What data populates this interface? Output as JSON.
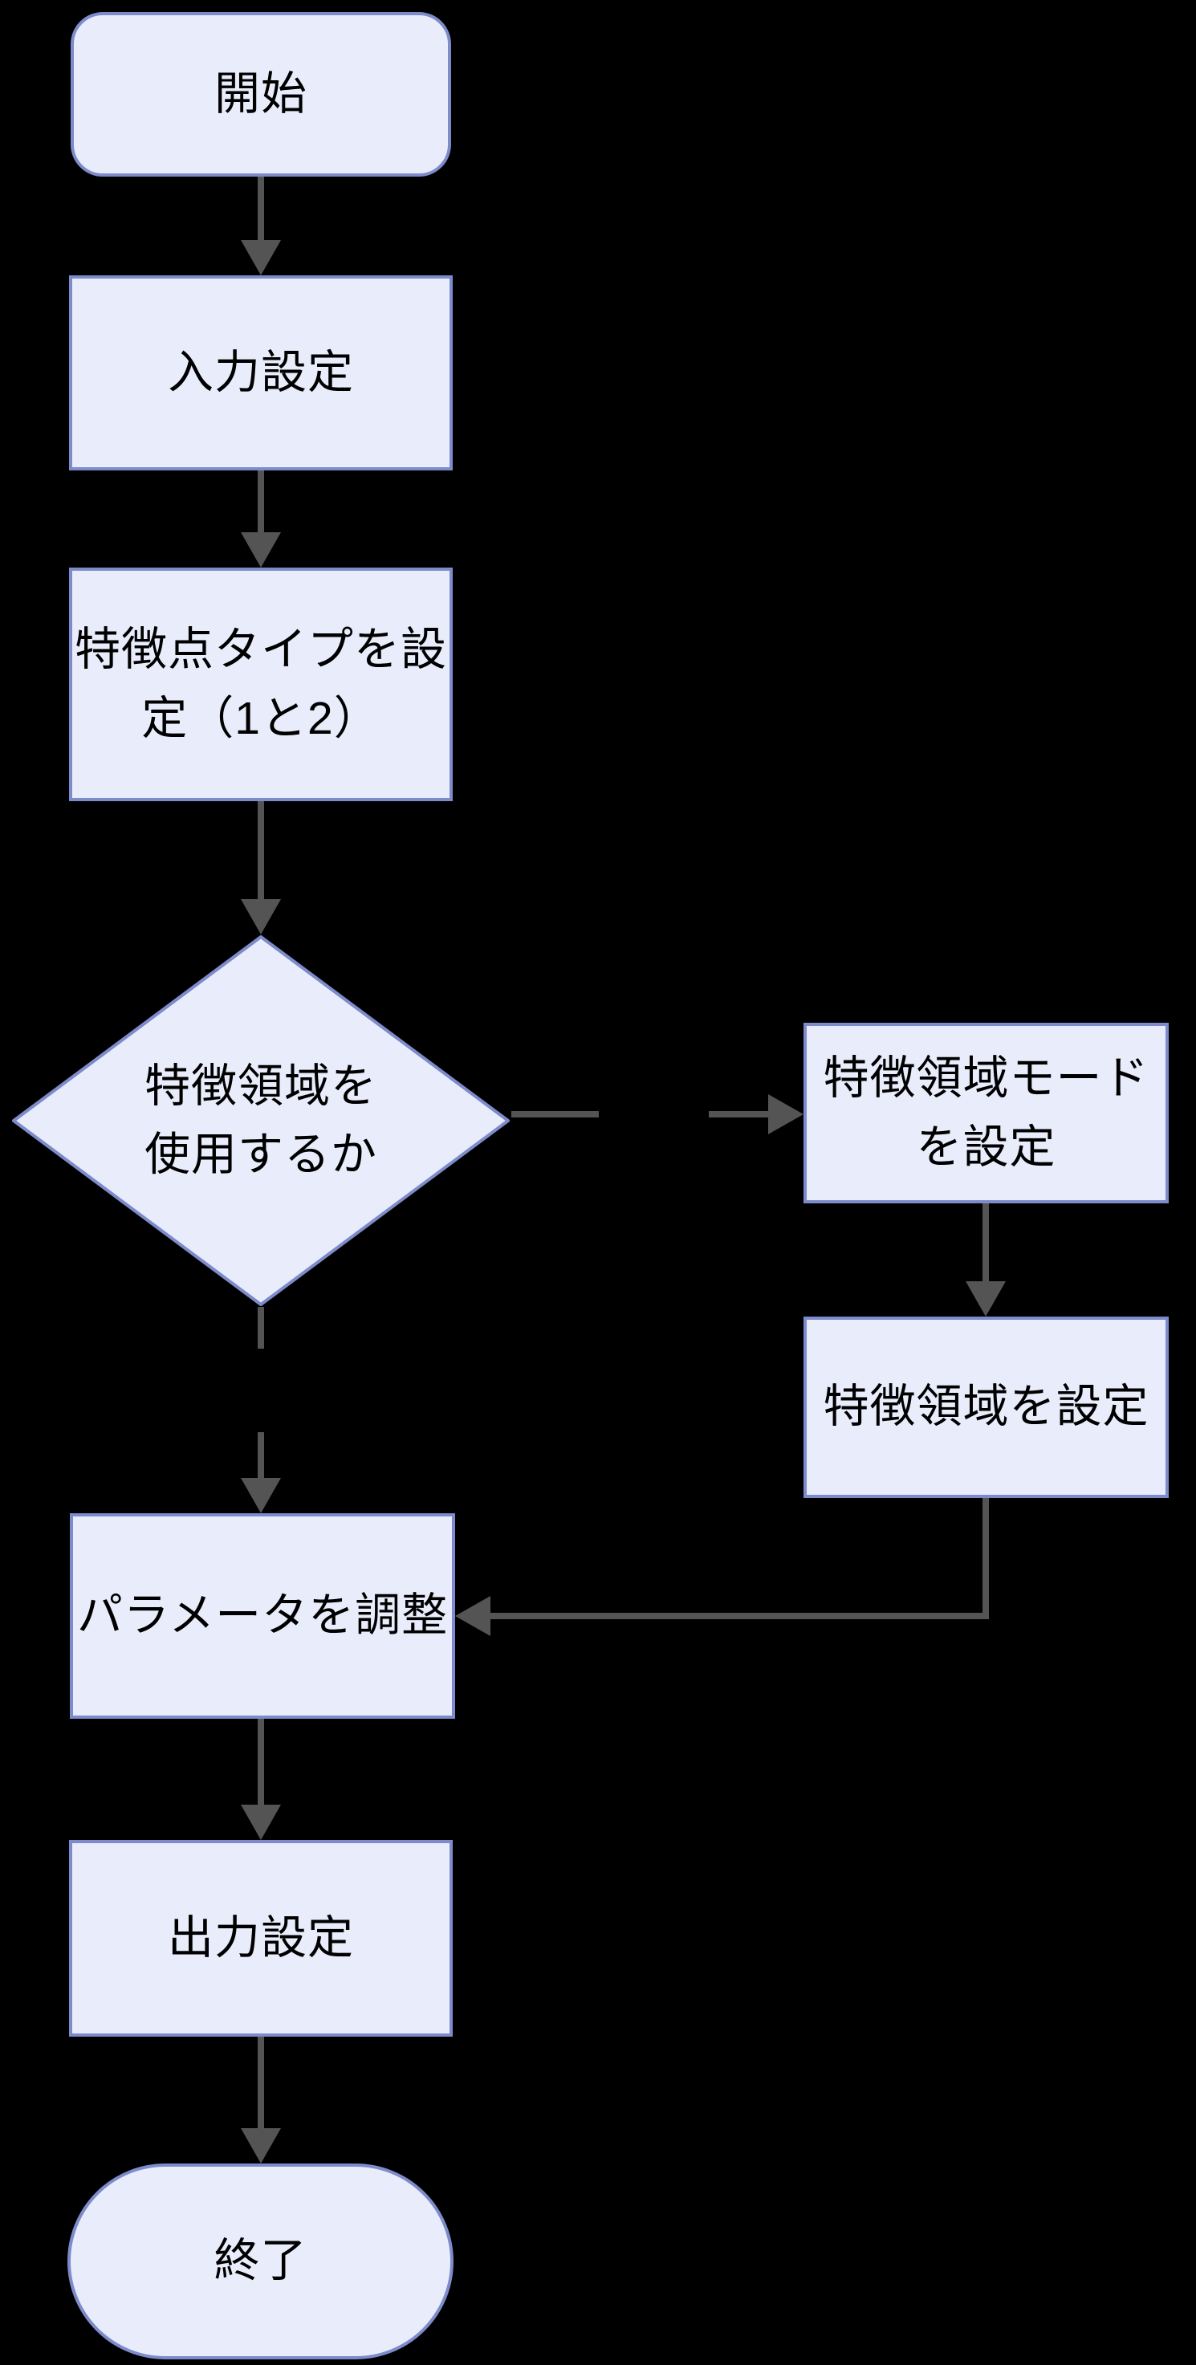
{
  "diagram": {
    "type": "flowchart",
    "direction": "top-down with right branch",
    "colors": {
      "background": "#000000",
      "node_fill": "#E9EDFB",
      "node_border": "#7D8BCB",
      "arrow": "#545454",
      "text": "#000000"
    },
    "nodes": {
      "start": {
        "shape": "rounded",
        "label": "開始"
      },
      "input": {
        "shape": "rect",
        "label": "入力設定"
      },
      "feature_type": {
        "shape": "rect",
        "label": "特徴点タイプを設\n定（1と2）"
      },
      "use_region": {
        "shape": "diamond",
        "label": "特徴領域を\n使用するか"
      },
      "region_mode": {
        "shape": "rect",
        "label": "特徴領域モード\nを設定"
      },
      "region_set": {
        "shape": "rect",
        "label": "特徴領域を設定"
      },
      "params": {
        "shape": "rect",
        "label": "パラメータを調整"
      },
      "output": {
        "shape": "rect",
        "label": "出力設定"
      },
      "end": {
        "shape": "stadium",
        "label": "終了"
      }
    },
    "edges": [
      {
        "from": "start",
        "to": "input",
        "style": "solid-arrow"
      },
      {
        "from": "input",
        "to": "feature_type",
        "style": "solid-arrow"
      },
      {
        "from": "feature_type",
        "to": "use_region",
        "style": "solid-arrow"
      },
      {
        "from": "use_region",
        "to": "region_mode",
        "style": "broken-arrow-right"
      },
      {
        "from": "use_region",
        "to": "params",
        "style": "broken-arrow-down"
      },
      {
        "from": "region_mode",
        "to": "region_set",
        "style": "solid-arrow"
      },
      {
        "from": "region_set",
        "to": "params",
        "style": "elbow-arrow-left"
      },
      {
        "from": "params",
        "to": "output",
        "style": "solid-arrow"
      },
      {
        "from": "output",
        "to": "end",
        "style": "solid-arrow"
      }
    ]
  }
}
